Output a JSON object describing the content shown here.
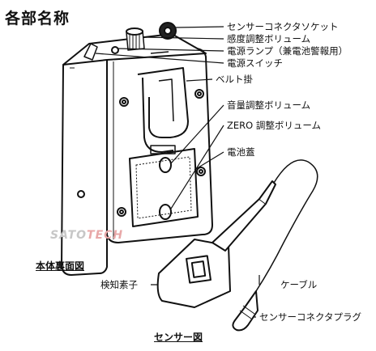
{
  "title": "各部名称",
  "labels": {
    "sensor_connector_socket": "センサーコネクタソケット",
    "sensitivity_volume": "感度調整ボリューム",
    "power_lamp": "電源ランプ（兼電池警報用）",
    "power_switch": "電源スイッチ",
    "belt_clip": "ベルト掛",
    "volume_knob": "音量調整ボリューム",
    "zero_volume": "ZERO 調整ボリューム",
    "battery_cover": "電池蓋",
    "detector_element": "検知素子",
    "cable": "ケーブル",
    "sensor_connector_plug": "センサーコネクタプラグ"
  },
  "captions": {
    "body_back": "本体裏面図",
    "sensor": "センサー図"
  },
  "watermark": {
    "part1": "SATO",
    "part2": "TECH"
  }
}
